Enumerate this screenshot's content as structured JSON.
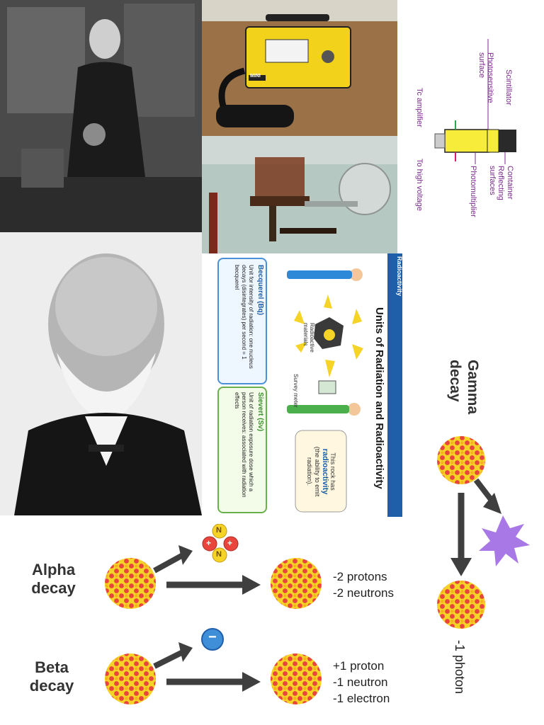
{
  "scintillator": {
    "labels": {
      "scintillator": "Scintillator",
      "photosensitive": "Photosensitive surface",
      "tc_amplifier": "Tc amplifier",
      "to_high_voltage": "To high voltage",
      "container": "Container",
      "reflecting": "Reflecting surfaces",
      "photomultiplier": "Photomultiplier"
    }
  },
  "geiger_counter": {
    "brand": "MINI"
  },
  "units_panel": {
    "tag": "Radiation and Radioactivity",
    "title": "Units of Radiation and Radioactivity",
    "radioactive_materials": "Radioactive materials",
    "survey_meter": "Survey meter",
    "becquerel": {
      "heading": "Becquerel (Bq)",
      "text": "Unit for intensity of radiation: one nucleus decays (disintegrates) per second = 1 becquerel"
    },
    "sievert": {
      "heading": "Sievert (Sv)",
      "text": "Unit of radiation exposure dose which a person receives: associated with radiation effects"
    },
    "speech": {
      "pre": "This rock has",
      "highlight": "radioactivity",
      "post": "(the ability to emit radiation)."
    }
  },
  "decay": {
    "alpha": {
      "label_line1": "Alpha",
      "label_line2": "decay",
      "particle_n": "N",
      "particle_p": "+",
      "result_line1": "-2 protons",
      "result_line2": "-2 neutrons"
    },
    "beta": {
      "label_line1": "Beta",
      "label_line2": "decay",
      "particle": "−",
      "result_line1": "+1 proton",
      "result_line2": "-1 neutron",
      "result_line3": "-1 electron"
    },
    "gamma": {
      "label_line1": "Gamma",
      "label_line2": "decay",
      "result": "-1 photon"
    }
  },
  "colors": {
    "nucleus_red": "#e8463c",
    "nucleus_yellow": "#f5d327",
    "arrow": "#3f3f3f",
    "photon": "#a879e6",
    "beta_particle": "#3f8fd8",
    "scint_purple": "#7a2a8c"
  }
}
